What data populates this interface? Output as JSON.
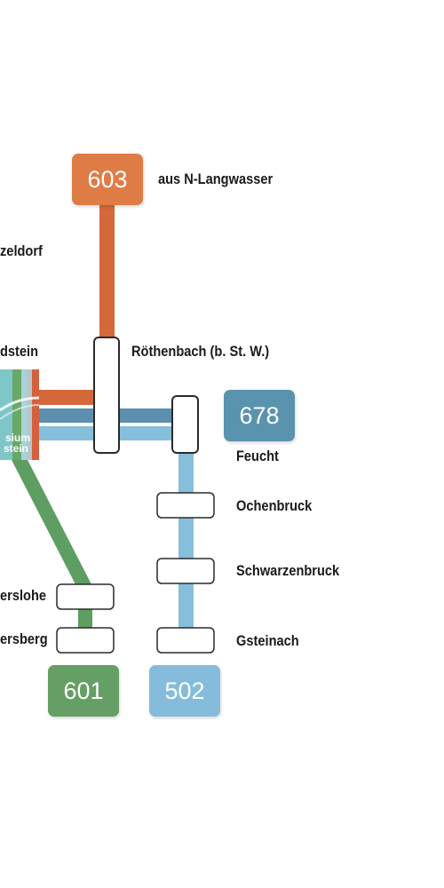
{
  "colors": {
    "line_601": "#5e9e62",
    "line_603": "#d9693a",
    "line_678": "#5a93ae",
    "line_502": "#7fbbdb",
    "station_hub": "#cf5a3c",
    "stop_fill": "#ffffff",
    "stop_stroke": "#2a2a2a"
  },
  "lines": [
    {
      "number": "603",
      "color": "#d9693a"
    },
    {
      "number": "678",
      "color": "#5a93ae"
    },
    {
      "number": "601",
      "color": "#5e9e62"
    },
    {
      "number": "502",
      "color": "#7fbbdb"
    }
  ],
  "labels": {
    "from_langwasser": "aus N-Langwasser",
    "zeldorf": "zeldorf",
    "dstein": "dstein",
    "roethenbach": "Röthenbach (b. St. W.)",
    "feucht": "Feucht",
    "ochenbruck": "Ochenbruck",
    "schwarzenbruck": "Schwarzenbruck",
    "gsteinach": "Gsteinach",
    "erslohe": "erslohe",
    "ersberg": "ersberg",
    "hub_line1": "sium",
    "hub_line2": "stein"
  }
}
